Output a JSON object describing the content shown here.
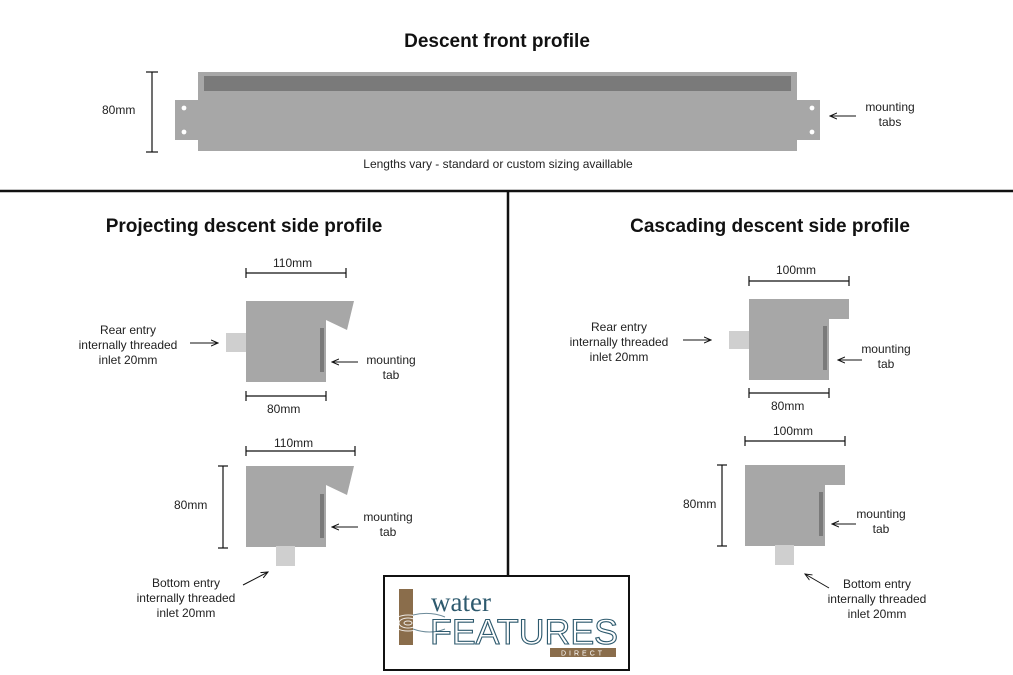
{
  "front": {
    "title": "Descent front profile",
    "height_label": "80mm",
    "tabs_label": "mounting\ntabs",
    "note": "Lengths vary - standard or custom sizing availlable"
  },
  "projecting": {
    "title": "Projecting descent side profile",
    "rear": {
      "width_top": "110mm",
      "width_bottom": "80mm",
      "inlet_label": "Rear entry\ninternally threaded\ninlet 20mm",
      "tab_label": "mounting\ntab"
    },
    "bottom": {
      "width_top": "110mm",
      "height_label": "80mm",
      "inlet_label": "Bottom entry\ninternally threaded\ninlet 20mm",
      "tab_label": "mounting\ntab"
    }
  },
  "cascading": {
    "title": "Cascading descent side profile",
    "rear": {
      "width_top": "100mm",
      "width_bottom": "80mm",
      "inlet_label": "Rear entry\ninternally threaded\ninlet 20mm",
      "tab_label": "mounting\ntab"
    },
    "bottom": {
      "width_top": "100mm",
      "height_label": "80mm",
      "inlet_label": "Bottom entry\ninternally threaded\ninlet 20mm",
      "tab_label": "mounting\ntab"
    }
  },
  "logo": {
    "word1": "water",
    "word2": "FEATURES",
    "word3": "DIRECT"
  },
  "colors": {
    "body": "#a7a7a7",
    "dark": "#7a7a7a",
    "light": "#cfcfcf",
    "line": "#111111",
    "logo_blue": "#2e5a6e",
    "logo_brown": "#8a6d4b"
  }
}
